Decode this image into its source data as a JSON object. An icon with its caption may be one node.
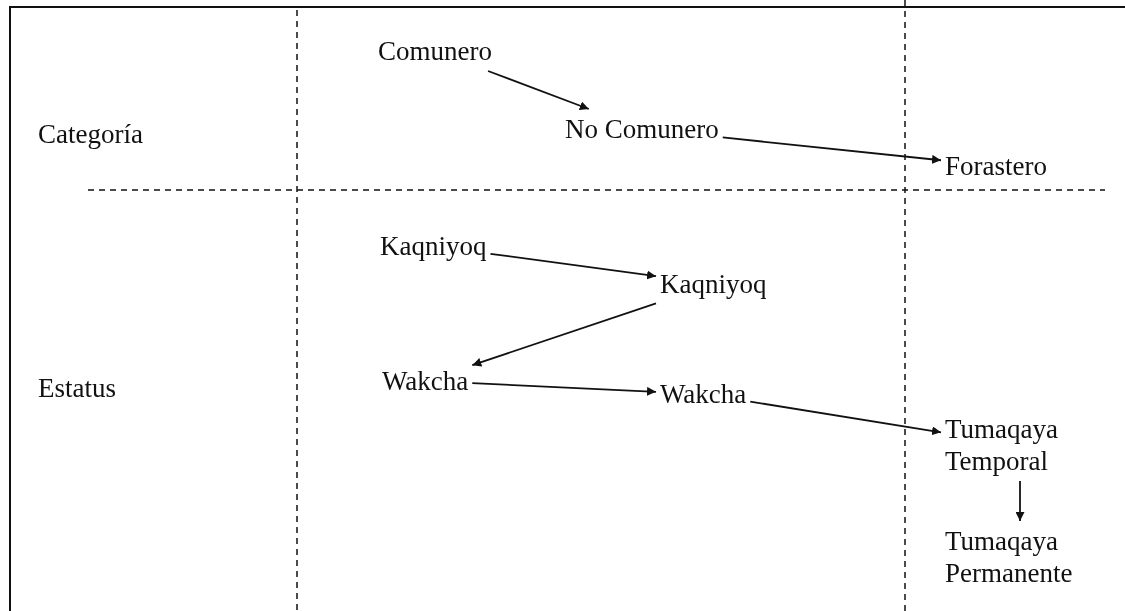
{
  "diagram": {
    "nodes": [
      {
        "text": [
          "Comunero"
        ]
      },
      {
        "text": [
          "No Comunero"
        ]
      },
      {
        "text": [
          "Forastero"
        ]
      },
      {
        "text": [
          "Kaqniyoq"
        ]
      },
      {
        "text": [
          "Kaqniyoq"
        ]
      },
      {
        "text": [
          "Wakcha"
        ]
      },
      {
        "text": [
          "Wakcha"
        ]
      },
      {
        "text": [
          "Tumaqaya Temporal"
        ]
      },
      {
        "text": [
          "Tumaqaya Permanente"
        ]
      }
    ],
    "edges": [
      {
        "from": 0,
        "to": 1,
        "arrow": "to"
      },
      {
        "from": 1,
        "to": 2,
        "arrow": "to"
      },
      {
        "from": 3,
        "to": 4,
        "arrow": "to"
      },
      {
        "from": 4,
        "to": 5,
        "arrow": "to"
      },
      {
        "from": 5,
        "to": 6,
        "arrow": "to"
      },
      {
        "from": 6,
        "to": 7,
        "arrow": "to"
      },
      {
        "from": 7,
        "to": 8,
        "arrow": "to"
      }
    ],
    "labels": [
      "Categoría",
      "Estatus"
    ]
  }
}
